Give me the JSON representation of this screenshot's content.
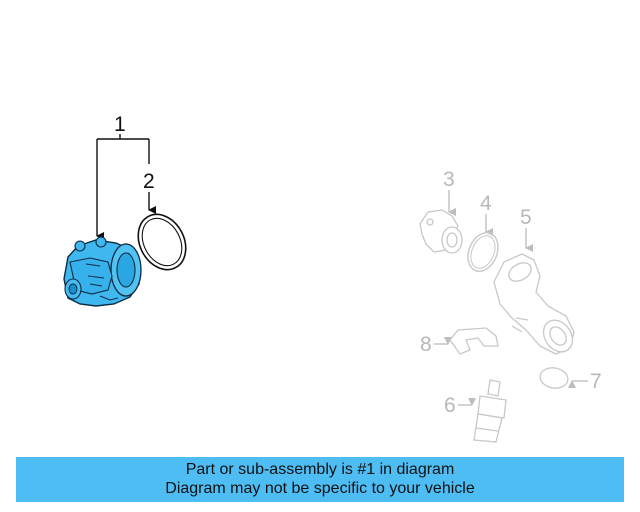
{
  "callouts": {
    "c1": "1",
    "c2": "2",
    "c3": "3",
    "c4": "4",
    "c5": "5",
    "c6": "6",
    "c7": "7",
    "c8": "8"
  },
  "banner": {
    "line1": "Part or sub-assembly is #1 in diagram",
    "line2": "Diagram may not be specific to your vehicle"
  },
  "colors": {
    "highlight": "#4dbdf4",
    "part_fill": "#3fb7ef",
    "dim_parts": "#c8c8c8",
    "banner_bg": "#4dbdf4"
  }
}
